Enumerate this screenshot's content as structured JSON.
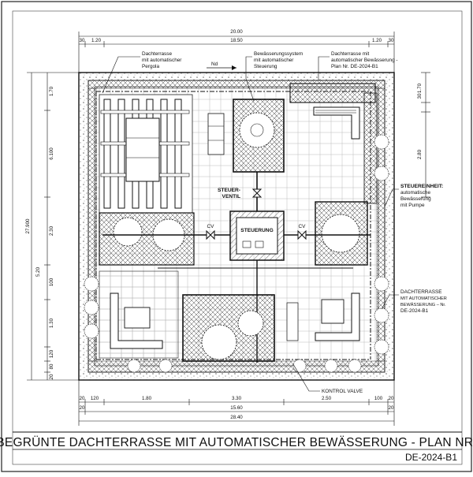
{
  "title": {
    "main": "BEGRÜNTE DACHTERRASSE MIT AUTOMATISCHER BEWÄSSERUNG - PLAN NR.",
    "code": "DE-2024-B1"
  },
  "dimensions": {
    "top_overall": "20.00",
    "top_segments": [
      "30",
      "1.20",
      "18.50",
      "1.20",
      "30"
    ],
    "left_overall": "27.900",
    "left_segments": [
      "1.70",
      "6.100",
      "2.30",
      "5.20",
      "100",
      "1.30",
      "120",
      "80",
      "20"
    ],
    "right_segments": [
      "1.70",
      "30",
      "2.80"
    ],
    "bottom_segments": [
      "20",
      "120",
      "1.80",
      "3.30",
      "2.50",
      "100",
      "20"
    ],
    "bottom_sub": [
      "20",
      "15.60",
      "20"
    ],
    "bottom_overall": "28.40"
  },
  "callouts": {
    "pergola": [
      "Dachterrasse",
      "mit automatischer",
      "Pergola"
    ],
    "system": [
      "Bewässerungssystem",
      "mit automatischer",
      "Steuerung"
    ],
    "plan": [
      "Dachterrasse mit",
      "automatischer Bewässerung -",
      "Plan Nr. DE-2024-B1"
    ],
    "unit": [
      "STEUEREINHEIT:",
      "automatische",
      "Bewässerung",
      "mit Pumpe"
    ],
    "terrace": [
      "DACHTERRASSE",
      "MIT AUTOMATISCHER",
      "BEWÄSSERUNG – Nr.",
      "DE-2024-B1"
    ],
    "kontrol": "KONTROL VALVE",
    "north": "Nd"
  },
  "control": {
    "box": "STEUERUNG",
    "valve": [
      "STEUER-",
      "VENTIL"
    ],
    "cv_left": "CV",
    "cv_right": "CV"
  }
}
